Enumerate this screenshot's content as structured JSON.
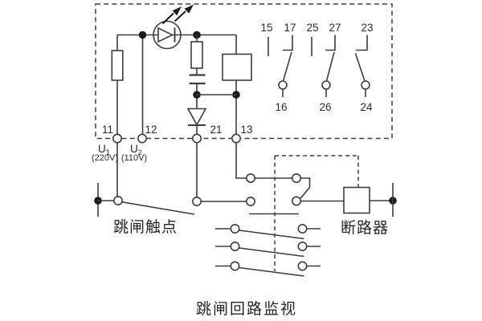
{
  "title": "跳闸回路监视",
  "colors": {
    "line": "#3d3d3d",
    "junction_dot": "#1c1c1c",
    "text": "#2b2b2b",
    "background": "#ffffff"
  },
  "relay_box": {
    "terminals": {
      "t11": "11",
      "t12": "12",
      "t21": "21",
      "t13": "13"
    },
    "voltages": {
      "u1": "U",
      "u1_sub": "1",
      "u1_val": "(220V)",
      "u2": "U",
      "u2_sub": "2",
      "u2_val": "(110V)"
    },
    "contacts": {
      "c15": "15",
      "c16": "16",
      "c17": "17",
      "c25": "25",
      "c26": "26",
      "c27": "27",
      "c23": "23",
      "c24": "24"
    }
  },
  "labels": {
    "trip_contact": "跳闸触点",
    "circuit_breaker": "断路器"
  }
}
